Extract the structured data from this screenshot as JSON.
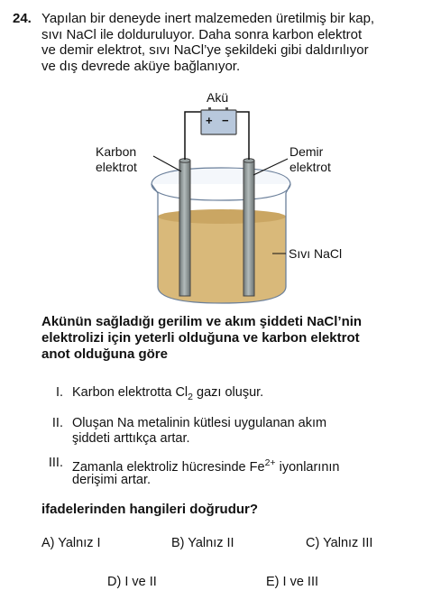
{
  "question": {
    "number": "24.",
    "stem_lines": [
      "Yapılan bir deneyde inert malzemeden üretilmiş bir kap,",
      "sıvı NaCl ile dolduruluyor. Daha sonra karbon elektrot",
      "ve demir elektrot, sıvı NaCl’ye şekildeki gibi daldırılıyor",
      "ve dış devrede aküye bağlanıyor."
    ]
  },
  "figure": {
    "battery_label": "Akü",
    "battery_plus": "+",
    "battery_minus": "−",
    "left_electrode_label_1": "Karbon",
    "left_electrode_label_2": "elektrot",
    "right_electrode_label_1": "Demir",
    "right_electrode_label_2": "elektrot",
    "liquid_label": "Sıvı NaCl",
    "colors": {
      "liquid": "#d9b97a",
      "electrode": "#8c9494",
      "battery": "#b8c8dc",
      "beaker_edge": "#6a7f9a"
    }
  },
  "lead_lines": [
    "Akünün sağladığı gerilim ve akım şiddeti NaCl’nin",
    "elektrolizi için yeterli olduğuna ve karbon elektrot",
    "anot olduğuna göre"
  ],
  "statements": [
    {
      "num": "I.",
      "line1_a": "Karbon elektrotta Cl",
      "line1_sub": "2",
      "line1_b": " gazı oluşur."
    },
    {
      "num": "II.",
      "line1": "Oluşan Na metalinin kütlesi uygulanan akım",
      "line2": "şiddeti arttıkça artar."
    },
    {
      "num": "III.",
      "line1_a": "Zamanla elektroliz hücresinde Fe",
      "line1_sup": "2+",
      "line1_b": " iyonlarının",
      "line2": "derişimi artar."
    }
  ],
  "ask": "ifadelerinden hangileri doğrudur?",
  "options": {
    "A": "A) Yalnız I",
    "B": "B) Yalnız II",
    "C": "C) Yalnız III",
    "D": "D) I ve II",
    "E": "E) I ve III"
  }
}
